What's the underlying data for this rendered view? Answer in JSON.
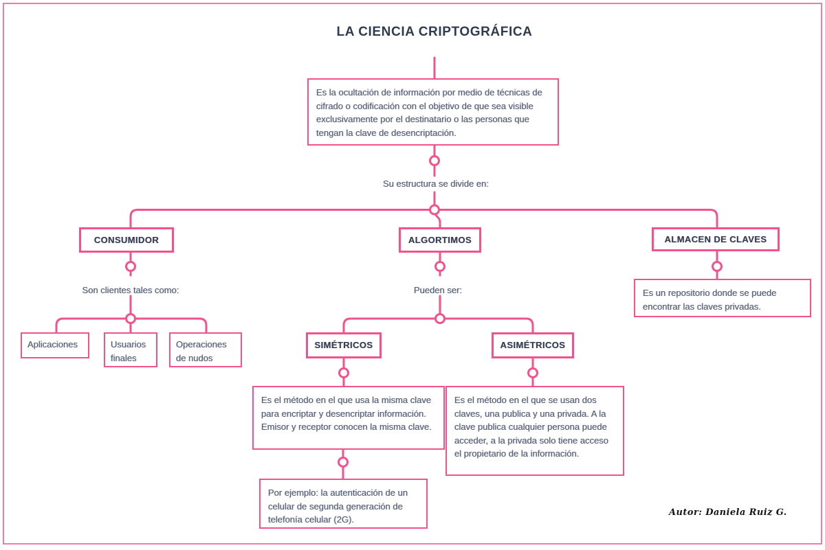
{
  "map": {
    "title": "LA CIENCIA CRIPTOGRÁFICA",
    "definition": "Es la ocultación de información por medio de técnicas de cifrado o codificación con el objetivo de que sea visible exclusivamente por el destinatario o las personas que tengan la clave de desencriptación.",
    "divider_label": "Su estructura se divide en:",
    "consumidor": {
      "label": "CONSUMIDOR",
      "sublabel": "Son clientes tales como:",
      "children": [
        "Aplicaciones",
        "Usuarios finales",
        "Operaciones de nudos"
      ]
    },
    "algoritmos": {
      "label": "ALGORTIMOS",
      "sublabel": "Pueden ser:",
      "simetricos": {
        "label": "SIMÉTRICOS",
        "description": "Es el método en el que usa la misma clave para encriptar y desencriptar información. Emisor y receptor conocen la misma clave.",
        "example": "Por ejemplo: la autenticación de un celular de segunda generación de telefonía celular (2G)."
      },
      "asimetricos": {
        "label": "ASIMÉTRICOS",
        "description": "Es el método en el que se usan dos claves, una publica y una privada. A la clave publica cualquier persona puede acceder, a la privada solo tiene acceso el propietario de la información."
      }
    },
    "almacen": {
      "label": "ALMACEN DE CLAVES",
      "description": "Es un repositorio donde se puede encontrar las claves privadas."
    },
    "author": "Autor: Daniela Ruiz G."
  },
  "colors": {
    "accent": "#f2538c",
    "frame": "#f17ba8",
    "heading": "#2e3b50",
    "body": "#4e6177",
    "author": "#161616"
  }
}
